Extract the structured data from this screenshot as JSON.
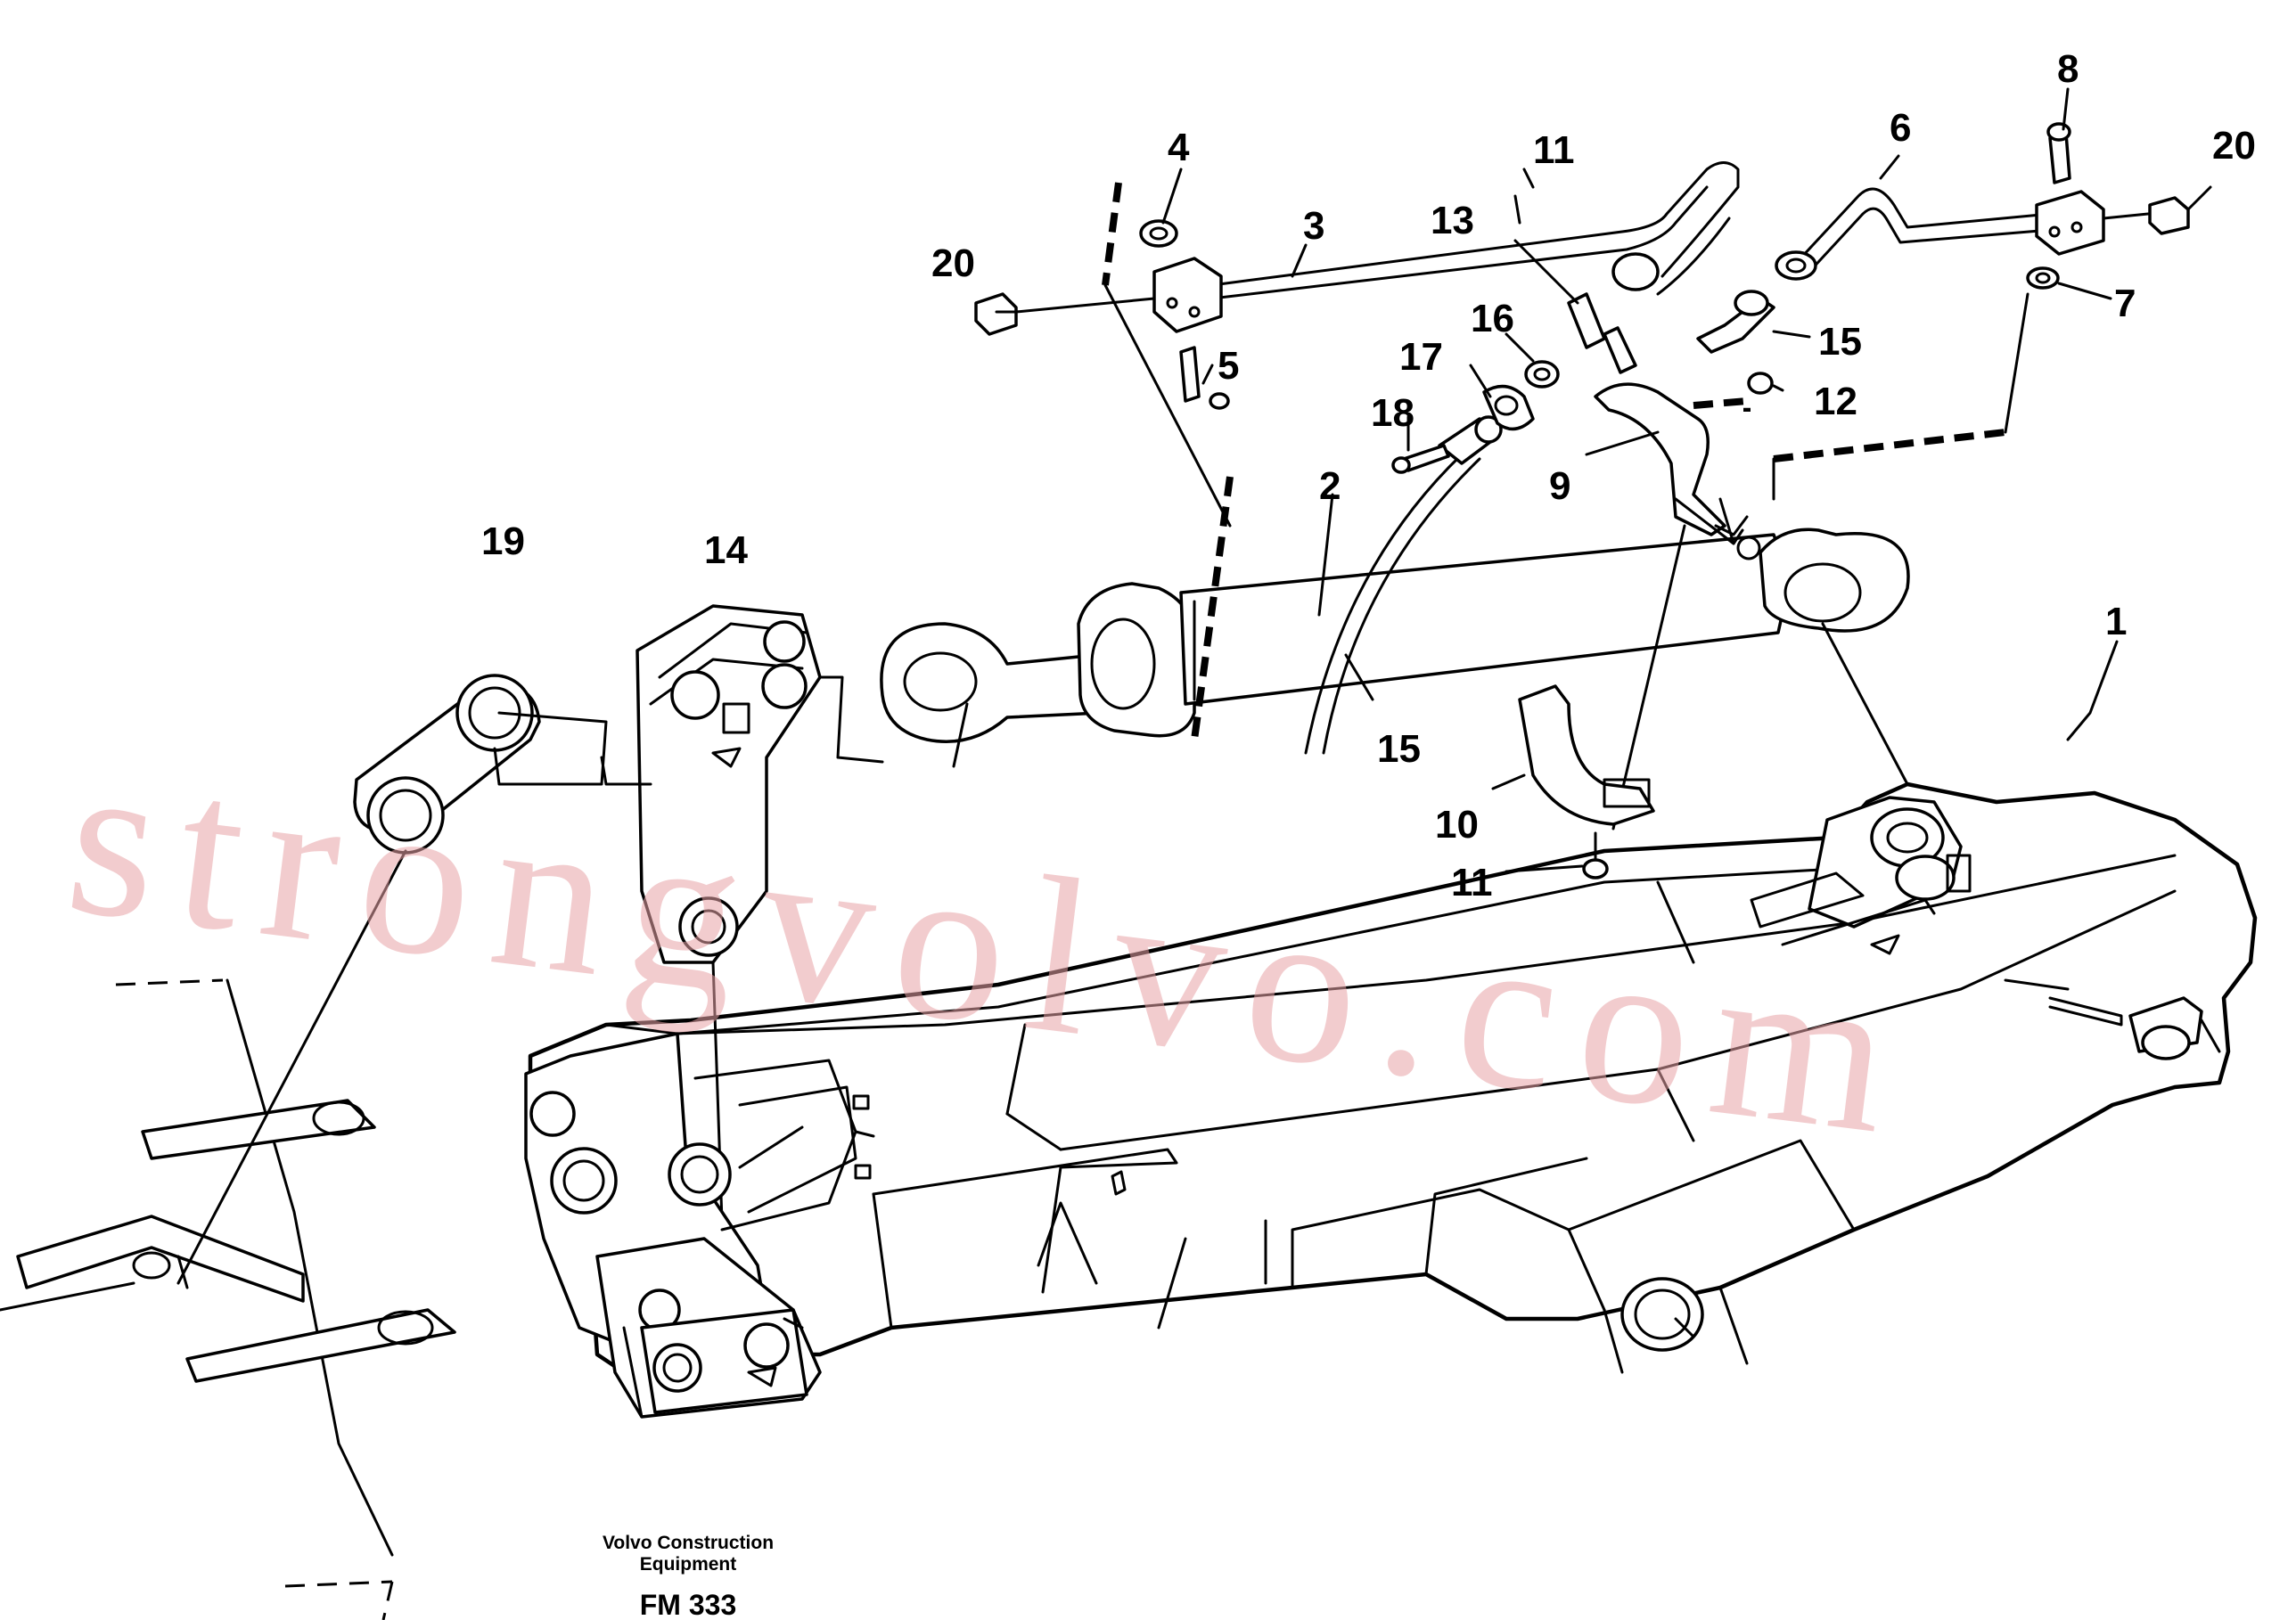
{
  "diagram": {
    "labels": [
      {
        "id": "p1",
        "text": "1"
      },
      {
        "id": "p2",
        "text": "2"
      },
      {
        "id": "p3",
        "text": "3"
      },
      {
        "id": "p4",
        "text": "4"
      },
      {
        "id": "p5",
        "text": "5"
      },
      {
        "id": "p6",
        "text": "6"
      },
      {
        "id": "p7",
        "text": "7"
      },
      {
        "id": "p8",
        "text": "8"
      },
      {
        "id": "p9",
        "text": "9"
      },
      {
        "id": "p10",
        "text": "10"
      },
      {
        "id": "p11a",
        "text": "11"
      },
      {
        "id": "p11b",
        "text": "11"
      },
      {
        "id": "p12",
        "text": "12"
      },
      {
        "id": "p13",
        "text": "13"
      },
      {
        "id": "p14",
        "text": "14"
      },
      {
        "id": "p15a",
        "text": "15"
      },
      {
        "id": "p15b",
        "text": "15"
      },
      {
        "id": "p16",
        "text": "16"
      },
      {
        "id": "p17",
        "text": "17"
      },
      {
        "id": "p18",
        "text": "18"
      },
      {
        "id": "p19",
        "text": "19"
      },
      {
        "id": "p20a",
        "text": "20"
      },
      {
        "id": "p20b",
        "text": "20"
      }
    ],
    "footer": {
      "line1": "Volvo Construction",
      "line2": "Equipment",
      "code": "FM 333"
    },
    "watermark": "strongvolvo.com"
  }
}
